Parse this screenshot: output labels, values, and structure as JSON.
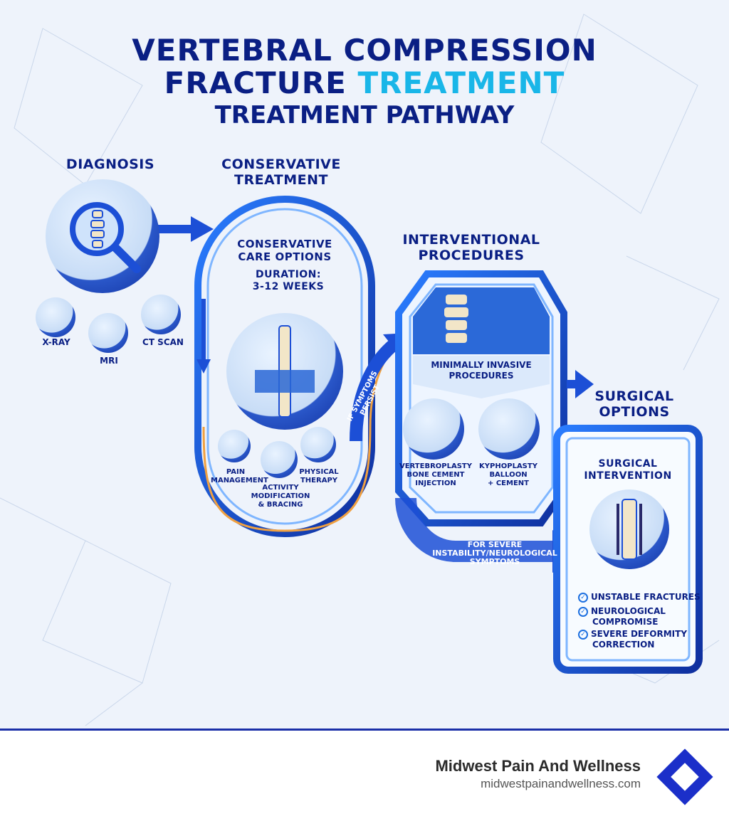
{
  "title": {
    "line1": "VERTEBRAL COMPRESSION",
    "line2_a": "FRACTURE ",
    "line2_b": "TREATMENT",
    "line3": "TREATMENT PATHWAY"
  },
  "diagnosis": {
    "heading": "DIAGNOSIS",
    "methods": [
      "X-RAY",
      "MRI",
      "CT SCAN"
    ]
  },
  "conservative": {
    "heading_1": "CONSERVATIVE",
    "heading_2": "TREATMENT",
    "panel_title_1": "CONSERVATIVE",
    "panel_title_2": "CARE OPTIONS",
    "duration_1": "DURATION:",
    "duration_2": "3-12 WEEKS",
    "options": [
      {
        "l1": "PAIN",
        "l2": "MANAGEMENT"
      },
      {
        "l1": "ACTIVITY",
        "l2": "MODIFICATION",
        "l3": "& BRACING"
      },
      {
        "l1": "PHYSICAL",
        "l2": "THERAPY"
      }
    ],
    "arrow_text": "IF SYMPTOMS PERSIST"
  },
  "interventional": {
    "heading_1": "INTERVENTIONAL",
    "heading_2": "PROCEDURES",
    "banner_1": "MINIMALLY INVASIVE",
    "banner_2": "PROCEDURES",
    "procedures": [
      {
        "l1": "VERTEBROPLASTY",
        "l2": "BONE CEMENT",
        "l3": "INJECTION"
      },
      {
        "l1": "KYPHOPLASTY",
        "l2": "BALLOON",
        "l3": "+ CEMENT"
      }
    ],
    "escalation_1": "FOR SEVERE",
    "escalation_2": "INSTABILITY/NEUROLOGICAL",
    "escalation_3": "SYMPTOMS"
  },
  "surgical": {
    "heading_1": "SURGICAL",
    "heading_2": "OPTIONS",
    "panel_title_1": "SURGICAL",
    "panel_title_2": "INTERVENTION",
    "indications": [
      {
        "l1": "UNSTABLE FRACTURES"
      },
      {
        "l1": "NEUROLOGICAL",
        "l2": "COMPROMISE"
      },
      {
        "l1": "SEVERE DEFORMITY",
        "l2": "CORRECTION"
      }
    ]
  },
  "footer": {
    "brand_name": "Midwest Pain And Wellness",
    "url": "midwestpainandwellness.com"
  },
  "colors": {
    "navy": "#0a1f84",
    "accent": "#19b6e8",
    "blue": "#1c4fd6",
    "orange": "#f0a040"
  },
  "icons": [
    "magnifier-spine-icon",
    "knee-xray-icon",
    "mri-icon",
    "ct-spine-icon",
    "back-brace-icon",
    "pill-bottle-icon",
    "patient-chair-icon",
    "exercise-icon",
    "syringe-spine-icon",
    "balloon-spine-icon",
    "spinal-rods-icon",
    "check-icon",
    "logo-icon"
  ]
}
